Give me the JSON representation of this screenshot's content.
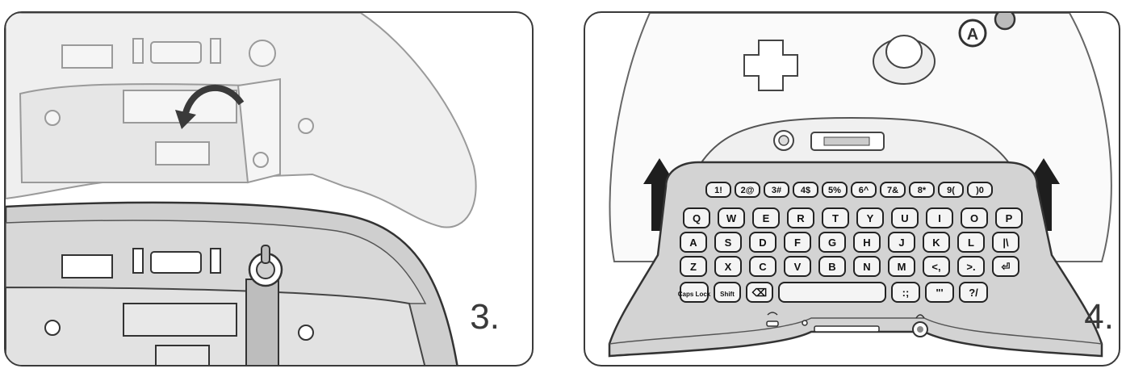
{
  "steps": [
    {
      "number": "3."
    },
    {
      "number": "4."
    }
  ],
  "controller_buttons": {
    "a_label": "A"
  },
  "keyboard": {
    "rows": [
      [
        "1!",
        "2@",
        "3#",
        "4$",
        "5%",
        "6^",
        "7&",
        "8*",
        "9(",
        ")0"
      ],
      [
        "Q",
        "W",
        "E",
        "R",
        "T",
        "Y",
        "U",
        "I",
        "O",
        "P"
      ],
      [
        "A",
        "S",
        "D",
        "F",
        "G",
        "H",
        "J",
        "K",
        "L",
        "|\\"
      ],
      [
        "Z",
        "X",
        "C",
        "V",
        "B",
        "N",
        "M",
        "<,",
        ">.",
        "⏎"
      ],
      [
        "Caps Lock",
        "Shift",
        "⌫",
        "",
        ":;",
        "\"'",
        "?/"
      ]
    ]
  },
  "arrows": {
    "direction": "up"
  }
}
